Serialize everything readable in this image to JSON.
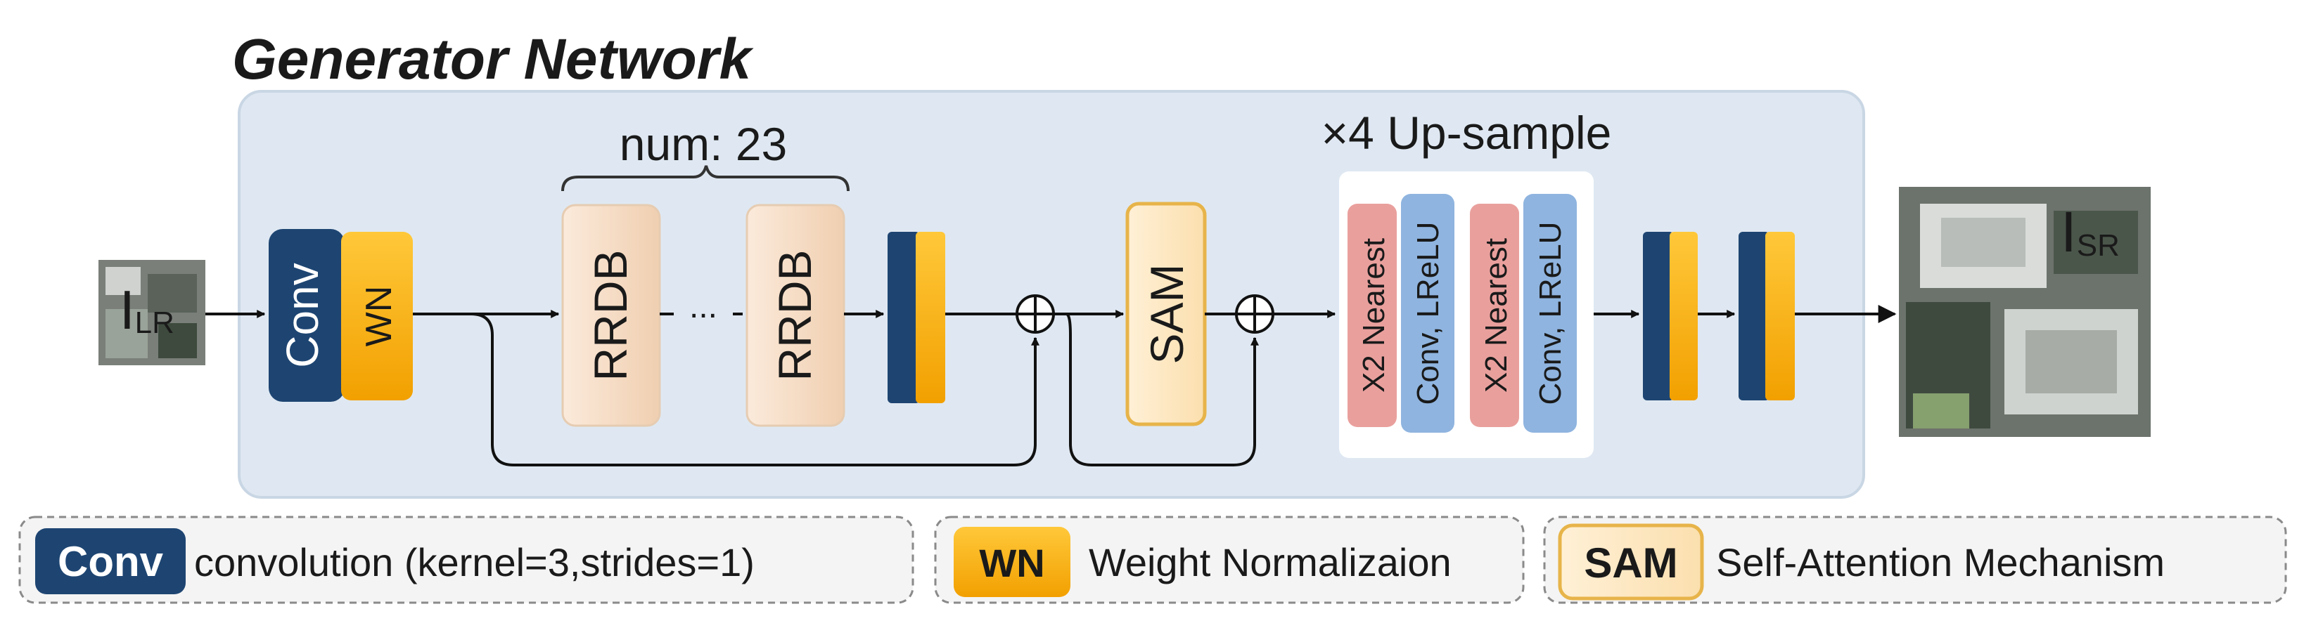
{
  "title": "Generator Network",
  "input": {
    "main": "I",
    "sub": "LR"
  },
  "output": {
    "main": "I",
    "sub": "SR"
  },
  "blocks": {
    "conv": "Conv",
    "wn": "WN",
    "rrdb_1": "RRDB",
    "rrdb_2": "RRDB",
    "ellipsis": "...",
    "rrdb_count": "num: 23",
    "sam": "SAM",
    "upsample_title": "×4 Up-sample",
    "nearest_1": "X2 Nearest",
    "conv_lrelu_1": "Conv, LReLU",
    "nearest_2": "X2 Nearest",
    "conv_lrelu_2": "Conv, LReLU"
  },
  "legend": {
    "conv_key": "Conv",
    "conv_text": "convolution (kernel=3,strides=1)",
    "wn_key": "WN",
    "wn_text": "Weight Normalizaion",
    "sam_key": "SAM",
    "sam_text": "Self-Attention Mechanism"
  },
  "colors": {
    "panel": "#dfe8f2",
    "conv": "#1e4572",
    "wn": "#f6b012",
    "rrdb": "#f4dcc4",
    "sam": "#fde8c4",
    "nearest": "#e9a09d",
    "conv_lrelu": "#8fb4df"
  }
}
